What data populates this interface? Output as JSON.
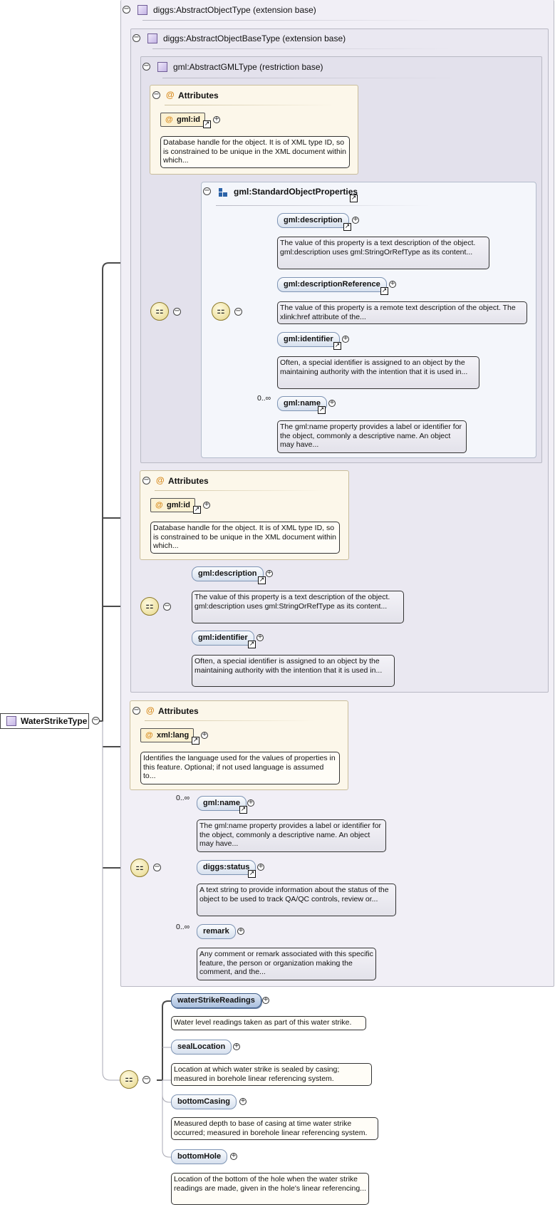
{
  "root": {
    "name": "WaterStrikeType"
  },
  "regions": {
    "abstract_object": "diggs:AbstractObjectType (extension base)",
    "abstract_object_base": "diggs:AbstractObjectBaseType (extension base)",
    "abstract_gml": "gml:AbstractGMLType (restriction base)"
  },
  "labels": {
    "attributes": "Attributes",
    "occ_unbounded": "0..∞"
  },
  "gml_attrs": {
    "id_name": "gml:id",
    "id_doc": "Database handle for the object. It is of XML type ID, so is constrained to be unique in the XML document within which..."
  },
  "sop": {
    "title": "gml:StandardObjectProperties",
    "description": {
      "name": "gml:description",
      "doc": "The value of this property is a text description of the object. gml:description uses gml:StringOrRefType as its content..."
    },
    "descriptionReference": {
      "name": "gml:descriptionReference",
      "doc": "The value of this property is a remote text description of the object. The xlink:href attribute of the..."
    },
    "identifier": {
      "name": "gml:identifier",
      "doc": "Often, a special identifier is assigned to an object by the maintaining authority with the intention that it is used in..."
    },
    "name": {
      "name": "gml:name",
      "doc": "The gml:name property provides a label or identifier for the object, commonly a descriptive name. An object may have..."
    }
  },
  "base_attrs": {
    "id_name": "gml:id",
    "id_doc": "Database handle for the object. It is of XML type ID, so is constrained to be unique in the XML document within which..."
  },
  "base_seq": {
    "description": {
      "name": "gml:description",
      "doc": "The value of this property is a text description of the object. gml:description uses gml:StringOrRefType as its content..."
    },
    "identifier": {
      "name": "gml:identifier",
      "doc": "Often, a special identifier is assigned to an object by the maintaining authority with the intention that it is used in..."
    }
  },
  "obj_attrs": {
    "lang_name": "xml:lang",
    "lang_doc": "Identifies the language used for the values of properties in this feature. Optional; if not used language is assumed to..."
  },
  "obj_seq": {
    "name": {
      "name": "gml:name",
      "doc": "The gml:name property provides a label or identifier for the object, commonly a descriptive name. An object may have..."
    },
    "status": {
      "name": "diggs:status",
      "doc": "A text string to provide information about the status of the object to be used to track QA/QC controls, review or..."
    },
    "remark": {
      "name": "remark",
      "doc": "Any comment or remark associated with this specific feature, the person or organization making the comment, and the..."
    }
  },
  "water_seq": {
    "readings": {
      "name": "waterStrikeReadings",
      "doc": "Water level readings taken as part of this water strike."
    },
    "seal": {
      "name": "sealLocation",
      "doc": "Location at which water strike is sealed by casing; measured in borehole linear referencing system."
    },
    "casing": {
      "name": "bottomCasing",
      "doc": "Measured depth to base of casing at time water strike occurred; measured in borehole linear referencing system."
    },
    "hole": {
      "name": "bottomHole",
      "doc": "Location of the bottom of the hole when the water strike readings are made, given in the hole's linear referencing..."
    }
  },
  "colors": {
    "element_fill": "#d6e0ee",
    "attribute_fill": "#fbf1d3",
    "sequence_fill": "#e6d68a",
    "type_icon": "#c4b4e4"
  },
  "icons": [
    "collapse-icon",
    "expand-plus-icon",
    "link-arrow-icon",
    "sequence-icon",
    "complex-type-icon",
    "attribute-at-icon",
    "group-icon"
  ]
}
